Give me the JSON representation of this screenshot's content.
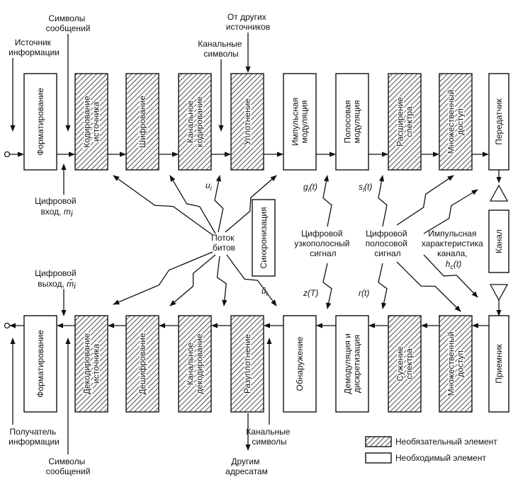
{
  "tx_blocks": [
    {
      "label": "Форматирование",
      "optional": false
    },
    {
      "label": "Кодирование\nисточника",
      "optional": true
    },
    {
      "label": "Шифрование",
      "optional": true
    },
    {
      "label": "Канальное\nкодирование",
      "optional": true
    },
    {
      "label": "Уплотнение",
      "optional": true
    },
    {
      "label": "Импульсная\nмодуляция",
      "optional": false
    },
    {
      "label": "Полосовая\nмодуляция",
      "optional": false
    },
    {
      "label": "Расширение\nспектра",
      "optional": true
    },
    {
      "label": "Множественный\nдоступ",
      "optional": true
    },
    {
      "label": "Передатчик",
      "optional": false
    }
  ],
  "rx_blocks": [
    {
      "label": "Форматирование",
      "optional": false
    },
    {
      "label": "Декодирование\nисточника",
      "optional": true
    },
    {
      "label": "Дешифрование",
      "optional": true
    },
    {
      "label": "Канальное\nдекодирование",
      "optional": true
    },
    {
      "label": "Разуплотнение",
      "optional": true
    },
    {
      "label": "Обнаружение",
      "optional": false
    },
    {
      "label": "Демодуляция и\nдискретизация",
      "optional": false
    },
    {
      "label": "Сужение\nспектра",
      "optional": true
    },
    {
      "label": "Множественный\nдоступ",
      "optional": true
    },
    {
      "label": "Приемник",
      "optional": false
    }
  ],
  "channel_label": "Канал",
  "sync_label": "Синхронизация",
  "top_labels": {
    "message_symbols": "Символы\nсообщений",
    "info_source": "Источник\nинформации",
    "from_other_sources": "От других\nисточников",
    "channel_symbols": "Канальные\nсимволы"
  },
  "middle_labels": {
    "digital_input": "Цифровой\nвход, m",
    "digital_input_sub": "i",
    "digital_output": "Цифровой\nвыход, m̂",
    "digital_output_sub": "i",
    "bit_stream": "Поток\nбитов",
    "ui": "u",
    "ui_sub": "i",
    "ui_hat": "û",
    "ui_hat_sub": "i",
    "gi": "g",
    "gi_sub": "i",
    "gi_arg": "(t)",
    "si": "s",
    "si_sub": "i",
    "si_arg": "(t)",
    "zT": "z(T)",
    "rt": "r(t)",
    "baseband": "Цифровой\nузкополосный\nсигнал",
    "bandpass": "Цифровой\nполосовой\nсигнал",
    "impulse": "Импульсная\nхарактеристика\nканала,",
    "hc": "h",
    "hc_sub": "c",
    "hc_arg": "(t)"
  },
  "bottom_labels": {
    "info_receiver": "Получатель\nинформации",
    "message_symbols": "Символы\nсообщений",
    "channel_symbols": "Канальные\nсимволы",
    "other_destinations": "Другим\nадресатам"
  },
  "legend": {
    "optional": "Необязательный элемент",
    "required": "Необходимый элемент"
  }
}
